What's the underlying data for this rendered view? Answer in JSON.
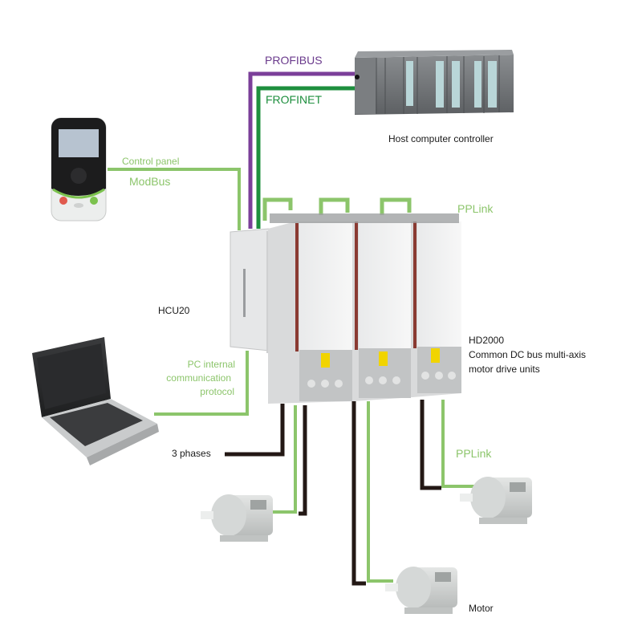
{
  "colors": {
    "light_green": "#8cc56b",
    "dark_green": "#1e8f3e",
    "purple": "#7b3f99",
    "power_black": "#231815",
    "device_gray": "#d9dadb",
    "plc_gray": "#6e7173"
  },
  "labels": {
    "profibus": "PROFIBUS",
    "profinet": "FROFINET",
    "host_controller": "Host computer controller",
    "control_panel": "Control panel",
    "modbus": "ModBus",
    "pplink_top": "PPLink",
    "hcu20": "HCU20",
    "hd2000_title": "HD2000",
    "hd2000_line1": "Common DC bus multi-axis",
    "hd2000_line2": "motor drive units",
    "pc_protocol_line1": "PC internal",
    "pc_protocol_line2": "communication",
    "pc_protocol_line3": "protocol",
    "three_phases": "3 phases",
    "pplink_bottom": "PPLink",
    "motor": "Motor"
  },
  "devices": {
    "plc": {
      "name": "Host computer controller",
      "icon": "plc-rack-icon"
    },
    "control_panel": {
      "name": "Control panel",
      "icon": "keypad-icon"
    },
    "laptop": {
      "name": "PC",
      "icon": "laptop-icon"
    },
    "hcu20": {
      "name": "HCU20",
      "icon": "controller-unit-icon"
    },
    "drives": [
      {
        "name": "HD2000 drive 1",
        "icon": "drive-unit-icon"
      },
      {
        "name": "HD2000 drive 2",
        "icon": "drive-unit-icon"
      },
      {
        "name": "HD2000 drive 3",
        "icon": "drive-unit-icon"
      }
    ],
    "motors": [
      {
        "name": "Motor 1",
        "icon": "motor-icon"
      },
      {
        "name": "Motor 2",
        "icon": "motor-icon"
      },
      {
        "name": "Motor 3",
        "icon": "motor-icon"
      }
    ]
  }
}
